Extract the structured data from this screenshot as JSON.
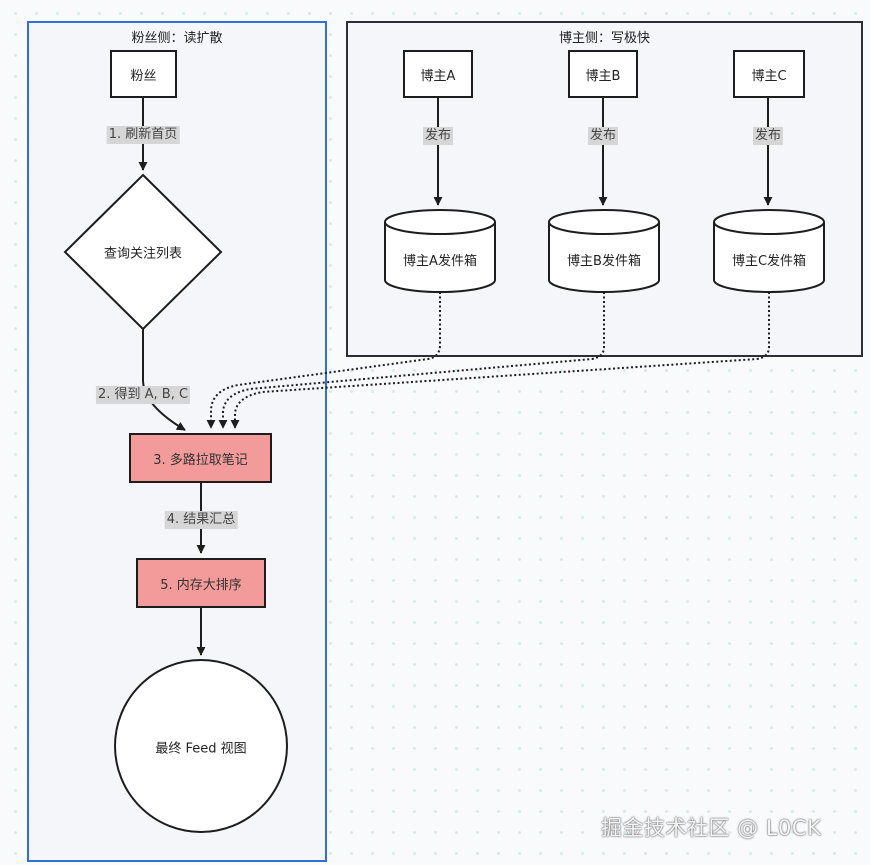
{
  "lanes": {
    "fan": {
      "title": "粉丝侧：读扩散"
    },
    "blogger": {
      "title": "博主侧：写极快"
    }
  },
  "nodes": {
    "fan": "粉丝",
    "query_follow_list": "查询关注列表",
    "multi_pull": "3. 多路拉取笔记",
    "memory_sort": "5. 内存大排序",
    "final_feed": "最终 Feed 视图",
    "blogger_a": "博主A",
    "blogger_b": "博主B",
    "blogger_c": "博主C",
    "outbox_a": "博主A发件箱",
    "outbox_b": "博主B发件箱",
    "outbox_c": "博主C发件箱"
  },
  "edge_labels": {
    "refresh_home": "1. 刷新首页",
    "get_abc": "2. 得到 A, B, C",
    "aggregate": "4. 结果汇总",
    "publish_a": "发布",
    "publish_b": "发布",
    "publish_c": "发布"
  },
  "colors": {
    "fan_lane_border": "#2f6fd6",
    "blogger_lane_border": "#2d2d3a",
    "highlight_fill": "#f39a9a",
    "label_background": "#d6d6d6"
  },
  "watermark": "掘金技术社区 @ L0CK"
}
